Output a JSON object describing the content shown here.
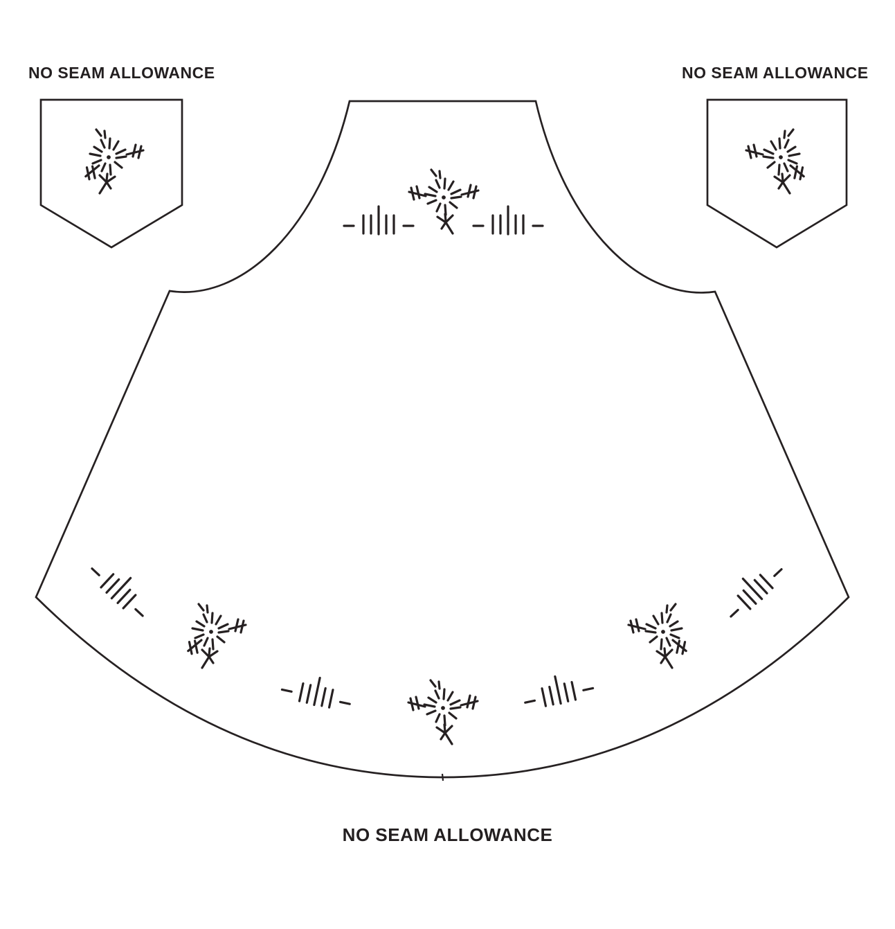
{
  "document": {
    "background_color": "#ffffff",
    "ink_color": "#262122"
  },
  "labels": {
    "top_left": "NO SEAM ALLOWANCE",
    "top_right": "NO SEAM ALLOWANCE",
    "bottom": "NO SEAM ALLOWANCE"
  },
  "pieces": {
    "pocket_left": {
      "shape": "pentagon pocket with pointed bottom",
      "embroidery": {
        "flower_sprays": 1
      }
    },
    "pocket_right": {
      "shape": "pentagon pocket with pointed bottom, mirrored",
      "embroidery": {
        "flower_sprays": 1
      }
    },
    "apron_body": {
      "shape": "bib apron with curved armholes, flared sides and curved hem",
      "embroidery": {
        "flower_sprays": 4,
        "stitch_tallies": 6
      }
    }
  },
  "motif_legend": {
    "flower_spray": "starburst flower with dot center, sprig twigs and bent stem",
    "stitch_tally": "five vertical stitch bars (center tall) between two dashes"
  }
}
